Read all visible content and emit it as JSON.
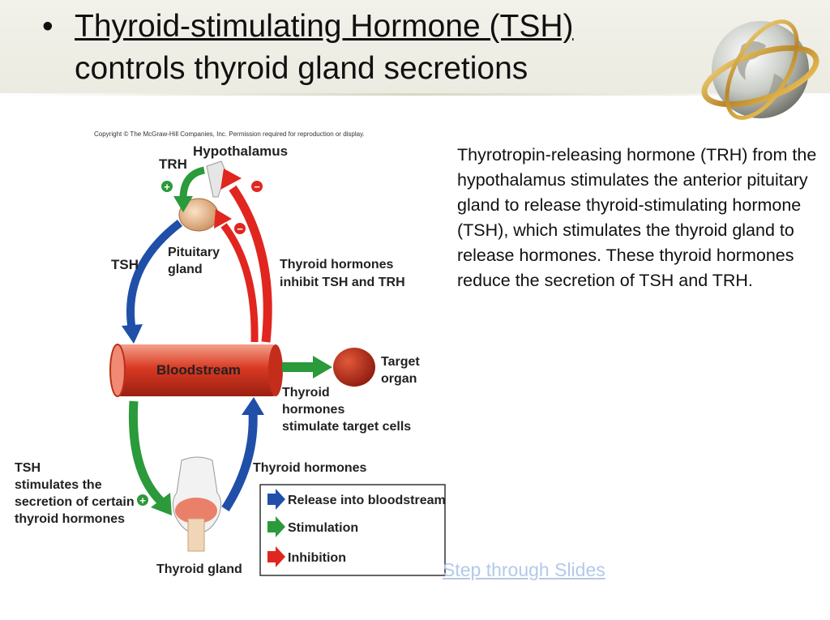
{
  "slide": {
    "bullet": "•",
    "title_line1": "Thyroid-stimulating Hormone (TSH)",
    "title_line2": "controls thyroid gland secretions",
    "body": "Thyrotropin-releasing hormone (TRH) from the hypothalamus stimulates the anterior pituitary gland to release thyroid-stimulating hormone (TSH), which stimulates the thyroid gland to release hormones. These thyroid hormones reduce the secretion of TSH and TRH.",
    "link": "Step through Slides"
  },
  "diagram": {
    "copyright": "Copyright © The McGraw-Hill Companies, Inc. Permission required for reproduction or display.",
    "hypothalamus": "Hypothalamus",
    "trh": "TRH",
    "pituitary_1": "Pituitary",
    "pituitary_2": "gland",
    "tsh_left": "TSH",
    "inhibit_1": "Thyroid hormones",
    "inhibit_2": "inhibit TSH and TRH",
    "bloodstream": "Bloodstream",
    "target_1": "Target",
    "target_2": "organ",
    "stim_1": "Thyroid",
    "stim_2": "hormones",
    "stim_3": "stimulate target cells",
    "tsh_stim_1": "TSH",
    "tsh_stim_2": "stimulates the",
    "tsh_stim_3": "secretion of certain",
    "tsh_stim_4": "thyroid hormones",
    "thyroid_hormones": "Thyroid hormones",
    "thyroid_gland": "Thyroid gland",
    "plus": "+",
    "minus": "−",
    "legend": [
      {
        "label": "Release into bloodstream",
        "color": "#1f4fa8"
      },
      {
        "label": "Stimulation",
        "color": "#2a9a3a"
      },
      {
        "label": "Inhibition",
        "color": "#e0261f"
      }
    ]
  },
  "colors": {
    "release": "#1f4fa8",
    "stimulation": "#2a9a3a",
    "inhibition": "#e0261f",
    "link": "#b3c9e8"
  }
}
